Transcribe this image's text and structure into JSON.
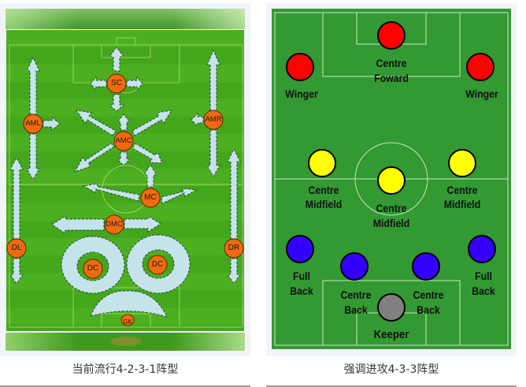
{
  "left_figure": {
    "caption": "当前流行4-2-3-1阵型",
    "formation": "4-2-3-1",
    "player_fill": "#f26a0f",
    "arrow_fill": "#c5e3ea",
    "pitch_color": "#46a81a",
    "players": {
      "sc": "SC",
      "aml": "AML",
      "amr": "AMR",
      "amc": "AMC",
      "mc": "MC",
      "dmc": "DMC",
      "dl": "DL",
      "dr": "DR",
      "dc1": "DC",
      "dc2": "DC",
      "gk": "GK"
    }
  },
  "right_figure": {
    "caption": "强调进攻4-3-3阵型",
    "formation": "4-3-3",
    "pitch_color": "#339933",
    "colors": {
      "forward": "#ff0000",
      "midfield": "#ffff00",
      "defence": "#3300ff",
      "keeper": "#808080"
    },
    "labels": {
      "cf_line1": "Centre",
      "cf_line2": "Foward",
      "winger_left": "Winger",
      "winger_right": "Winger",
      "cm_left_1": "Centre",
      "cm_left_2": "Midfield",
      "cm_center_1": "Centre",
      "cm_center_2": "Midfield",
      "cm_right_1": "Centre",
      "cm_right_2": "Midfield",
      "fb_left_1": "Full",
      "fb_left_2": "Back",
      "fb_right_1": "Full",
      "fb_right_2": "Back",
      "cb_left_1": "Centre",
      "cb_left_2": "Back",
      "cb_right_1": "Centre",
      "cb_right_2": "Back",
      "keeper": "Keeper"
    }
  }
}
